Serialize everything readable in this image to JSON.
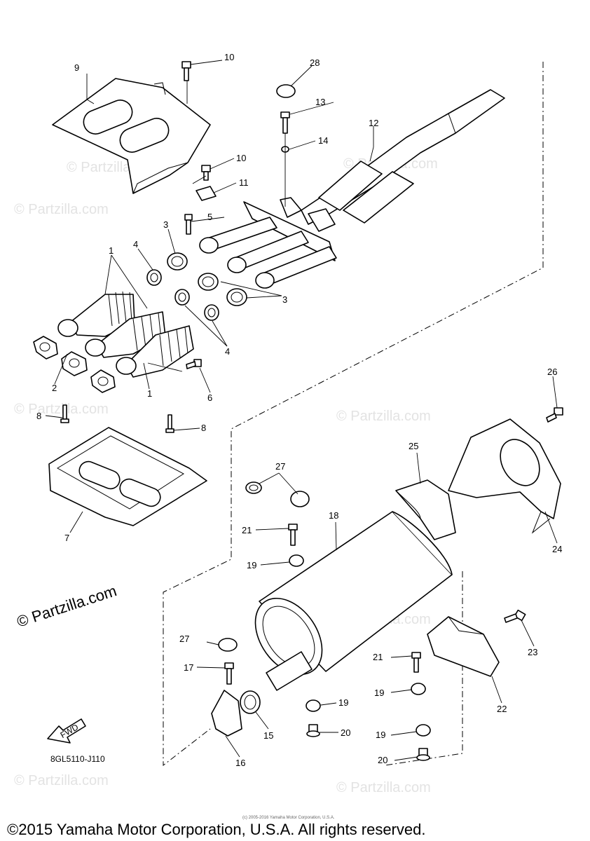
{
  "diagram": {
    "diagram_code": "8GL5110-J110",
    "fwd_label": "FWD",
    "watermark": "© Partzilla.com",
    "copyright_small": "(c) 2005-2016 Yamaha Motor Corporation, U.S.A.",
    "footer": "©2015 Yamaha Motor Corporation, U.S.A. All rights reserved.",
    "callouts": {
      "c1a": "1",
      "c1b": "1",
      "c2": "2",
      "c3a": "3",
      "c3b": "3",
      "c4a": "4",
      "c4b": "4",
      "c5": "5",
      "c6": "6",
      "c7": "7",
      "c8a": "8",
      "c8b": "8",
      "c9": "9",
      "c10a": "10",
      "c10b": "10",
      "c11": "11",
      "c12": "12",
      "c13": "13",
      "c14": "14",
      "c15": "15",
      "c16": "16",
      "c17": "17",
      "c18": "18",
      "c19a": "19",
      "c19b": "19",
      "c19c": "19",
      "c19d": "19",
      "c20a": "20",
      "c20b": "20",
      "c21a": "21",
      "c21b": "21",
      "c22": "22",
      "c23": "23",
      "c24": "24",
      "c25": "25",
      "c26": "26",
      "c27a": "27",
      "c27b": "27",
      "c28": "28"
    }
  }
}
